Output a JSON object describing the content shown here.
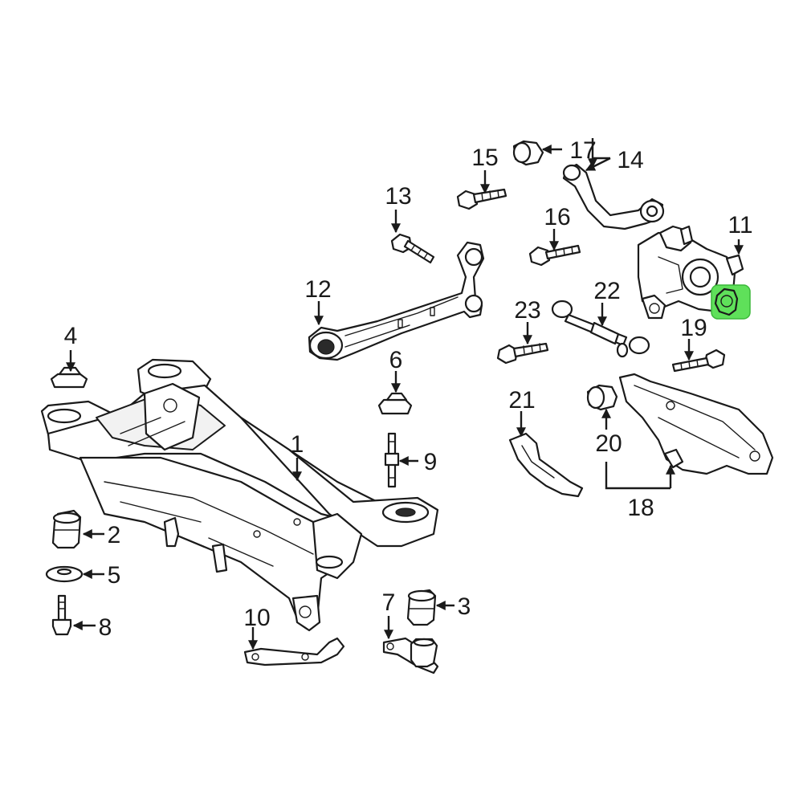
{
  "diagram": {
    "callouts": [
      "1",
      "2",
      "3",
      "4",
      "5",
      "6",
      "7",
      "8",
      "9",
      "10",
      "11",
      "12",
      "13",
      "14",
      "15",
      "16",
      "17",
      "18",
      "19",
      "20",
      "21",
      "22",
      "23"
    ],
    "colors": {
      "line": "#1a1a1a",
      "background": "#ffffff",
      "highlight_fill": "#5fe05a",
      "highlight_stroke": "#3cb83a"
    },
    "highlighted_part": "11"
  }
}
